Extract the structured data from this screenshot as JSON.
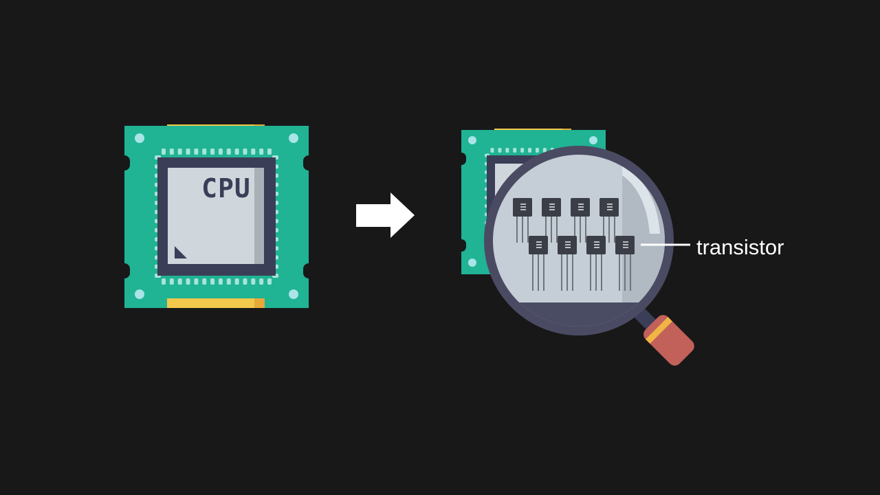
{
  "chip": {
    "label": "CPU",
    "colors": {
      "board": "#20b394",
      "board_pin": "#a8e4d8",
      "gold": "#f2c94c",
      "gold_dark": "#e8a93a",
      "die_frame": "#3b3e57",
      "die": "#cfd6dc",
      "die_shadow": "#a9b0b8",
      "hole": "#181818",
      "corner_dot": "#a8e4e8"
    }
  },
  "arrow": {
    "color": "#ffffff",
    "icon": "right-arrow-icon"
  },
  "magnifier": {
    "icon": "magnifying-glass-icon",
    "colors": {
      "rim": "#4a4b63",
      "lens": "#c5ced6",
      "glare": "#e4ebf0",
      "handle": "#c2605a",
      "handle_band": "#f0b545",
      "handle_neck": "#3b3e57",
      "transistor_body": "#3b3e46",
      "transistor_lead": "#6f747c"
    },
    "transistor_rows": [
      4,
      4
    ]
  },
  "callout": {
    "label": "transistor",
    "color": "#ffffff"
  }
}
